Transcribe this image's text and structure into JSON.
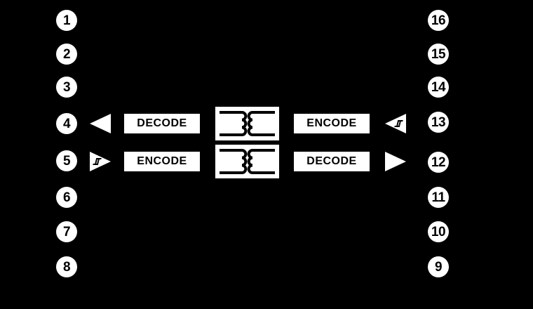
{
  "diagram": {
    "type": "ic-functional-block-diagram",
    "description": "16-pin dual-channel isolator functional diagram",
    "colors": {
      "background": "#000000",
      "component_fill": "#ffffff",
      "ink": "#000000"
    }
  },
  "pins": {
    "left": [
      {
        "number": "1"
      },
      {
        "number": "2"
      },
      {
        "number": "3"
      },
      {
        "number": "4"
      },
      {
        "number": "5"
      },
      {
        "number": "6"
      },
      {
        "number": "7"
      },
      {
        "number": "8"
      }
    ],
    "right": [
      {
        "number": "16"
      },
      {
        "number": "15"
      },
      {
        "number": "14"
      },
      {
        "number": "13"
      },
      {
        "number": "12"
      },
      {
        "number": "11"
      },
      {
        "number": "10"
      },
      {
        "number": "9"
      }
    ]
  },
  "channels": [
    {
      "id": "channel-a",
      "direction": "right-to-left",
      "input_pin": "13",
      "output_pin": "4",
      "left_block": "DECODE",
      "right_block": "ENCODE",
      "input_icon": "schmitt-trigger-buffer-left",
      "output_icon": "buffer-triangle-left",
      "coupler_icon": "isolation-transformer"
    },
    {
      "id": "channel-b",
      "direction": "left-to-right",
      "input_pin": "5",
      "output_pin": "12",
      "left_block": "ENCODE",
      "right_block": "DECODE",
      "input_icon": "schmitt-trigger-buffer-right",
      "output_icon": "buffer-triangle-right",
      "coupler_icon": "isolation-transformer"
    }
  ]
}
